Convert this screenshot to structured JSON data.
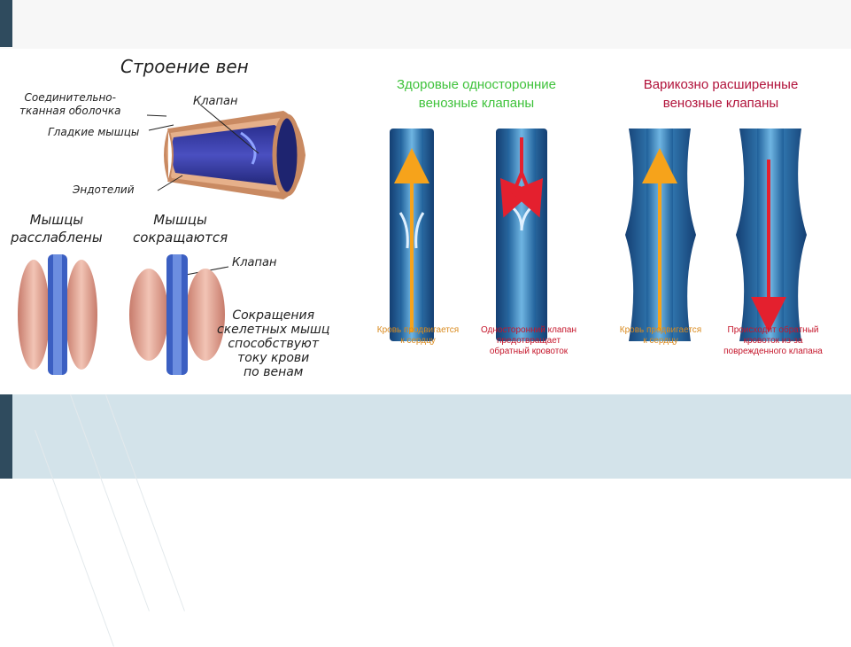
{
  "left": {
    "title": "Строение вен",
    "label_connective": "Соединительно-\nтканная оболочка",
    "label_smooth_muscle": "Гладкие мышцы",
    "label_valve_top": "Клапан",
    "label_endothelium": "Эндотелий",
    "label_relaxed": "Мышцы\nрасслаблены",
    "label_contracting": "Мышцы\nсокращаются",
    "label_valve_bottom": "Клапан",
    "caption": "Сокращения\nскелетных мышц\nспособствуют\nтоку крови\nпо венам"
  },
  "right": {
    "healthy_title": "Здоровые односторонние\nвенозные клапаны",
    "varicose_title": "Варикозно расширенные\nвенозные клапаны",
    "cap1": "Кровь продвигается\nк сердцу",
    "cap2": "Односторонний клапан\nпредотвращает\nобратный кровоток",
    "cap3": "Кровь продвигается\nк сердцу",
    "cap4": "Происходит обратный\nкровоток из-за\nповрежденного клапана"
  },
  "colors": {
    "accent_bar": "#2f4b5e",
    "bottom_band": "#d3e3ea",
    "healthy_title": "#3ec23a",
    "varicose_title": "#b1123a",
    "caption_orange": "#d98a1e",
    "caption_red": "#c5162b",
    "vein_dark": "#143f73",
    "vein_light": "#3d8fc9",
    "arrow_orange": "#f6a31b",
    "arrow_red": "#e4202e"
  }
}
